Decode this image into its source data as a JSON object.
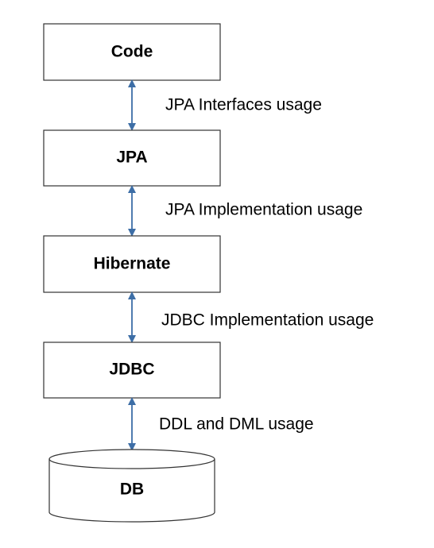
{
  "colors": {
    "node_border": "#333333",
    "node_fill": "#ffffff",
    "arrow": "#3d6ea6",
    "text": "#000000"
  },
  "nodes": {
    "code": {
      "label": "Code"
    },
    "jpa": {
      "label": "JPA"
    },
    "hibernate": {
      "label": "Hibernate"
    },
    "jdbc": {
      "label": "JDBC"
    },
    "db": {
      "label": "DB"
    }
  },
  "edges": {
    "code_jpa": {
      "label": "JPA Interfaces usage"
    },
    "jpa_hibernate": {
      "label": "JPA Implementation usage"
    },
    "hibernate_jdbc": {
      "label": "JDBC Implementation usage"
    },
    "jdbc_db": {
      "label": "DDL and DML usage"
    }
  }
}
